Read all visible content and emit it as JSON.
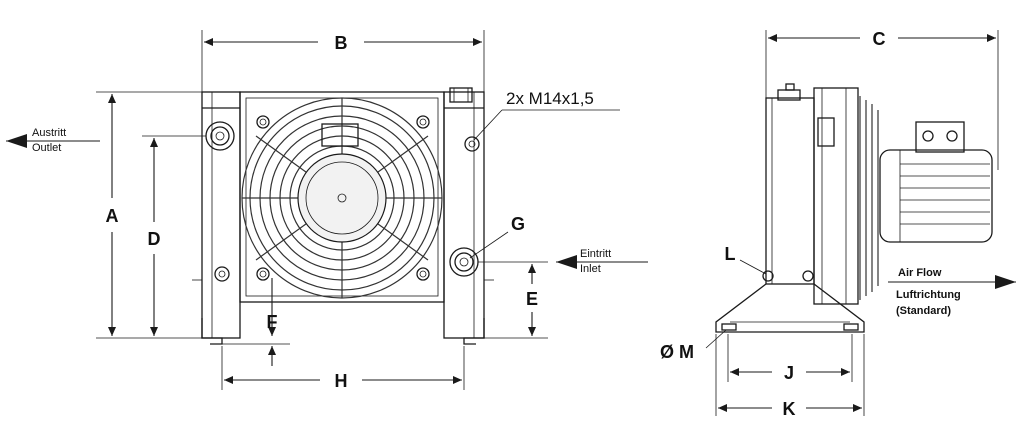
{
  "dimensions": {
    "A": "A",
    "B": "B",
    "C": "C",
    "D": "D",
    "E": "E",
    "F": "F",
    "G": "G",
    "H": "H",
    "J": "J",
    "K": "K",
    "L": "L",
    "M": "Ø M"
  },
  "ports": {
    "thread": "2x M14x1,5",
    "outlet_de": "Austritt",
    "outlet_en": "Outlet",
    "inlet_de": "Eintritt",
    "inlet_en": "Inlet"
  },
  "airflow": {
    "en": "Air Flow",
    "de": "Luftrichtung",
    "standard": "(Standard)"
  },
  "colors": {
    "line": "#1a1a1a",
    "background": "#ffffff"
  }
}
